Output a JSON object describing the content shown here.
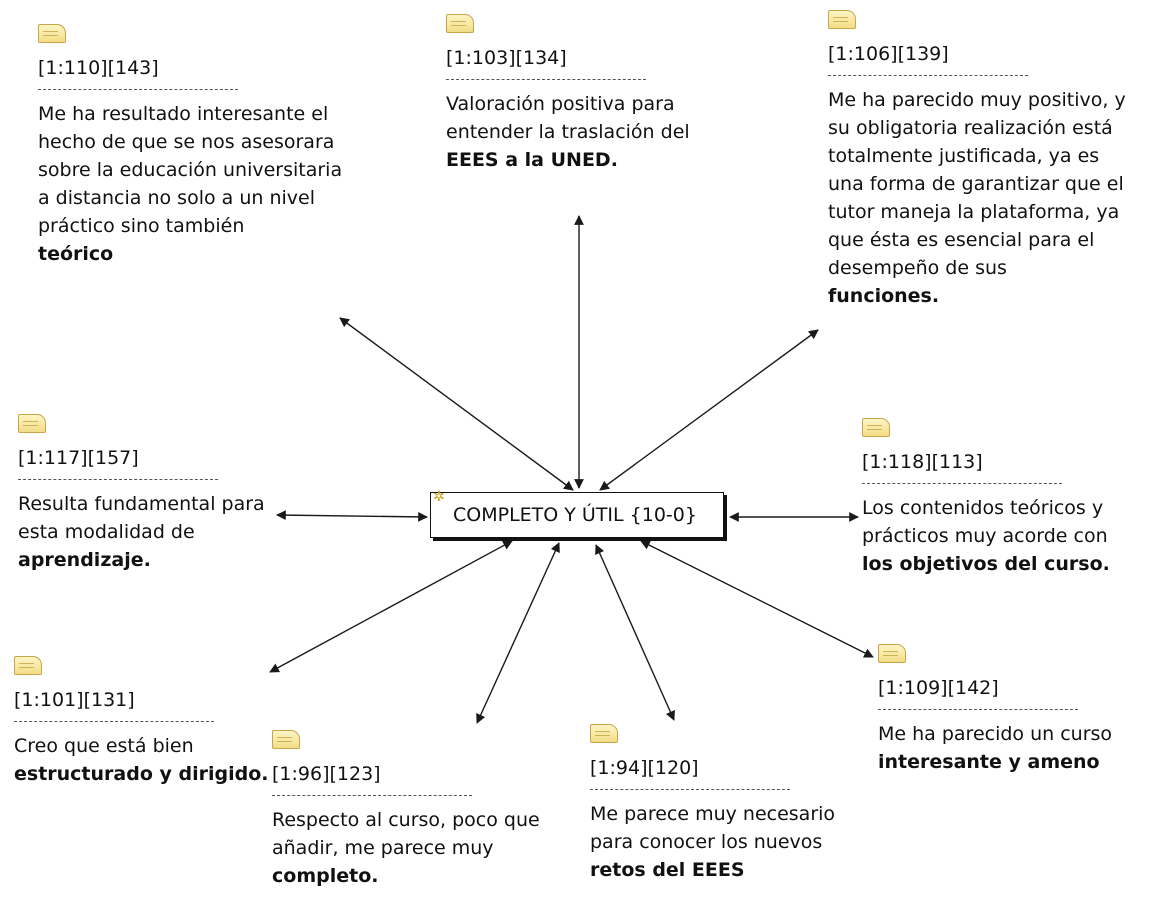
{
  "center": {
    "label": "COMPLETO Y ÚTIL {10-0}",
    "icon": "code-star-icon",
    "icon_color": "#c9a414"
  },
  "quotes": [
    {
      "id": "q1",
      "ref": "[1:110][143]",
      "text": "Me ha resultado interesante el hecho de que se nos asesorara sobre la educación universitaria a distancia no solo a un nivel práctico sino también",
      "bold": "teórico"
    },
    {
      "id": "q2",
      "ref": "[1:103][134]",
      "text": "Valoración positiva para entender la traslación del",
      "bold": "EEES a la UNED."
    },
    {
      "id": "q3",
      "ref": "[1:106][139]",
      "text": "Me ha parecido muy positivo, y su obligatoria realización está totalmente justificada, ya es una forma de garantizar que el tutor maneja la plataforma, ya que ésta es esencial para el desempeño de sus",
      "bold": "funciones."
    },
    {
      "id": "q4",
      "ref": "[1:117][157]",
      "text": "Resulta fundamental para esta modalidad de",
      "bold": "aprendizaje."
    },
    {
      "id": "q5",
      "ref": "[1:118][113]",
      "text": "Los contenidos teóricos y prácticos muy acorde con",
      "bold": "los objetivos del curso."
    },
    {
      "id": "q6",
      "ref": "[1:101][131]",
      "text": "Creo que está bien",
      "bold": "estructurado y dirigido."
    },
    {
      "id": "q7",
      "ref": "[1:96][123]",
      "text": "Respecto al curso, poco que añadir, me parece muy",
      "bold": "completo."
    },
    {
      "id": "q8",
      "ref": "[1:94][120]",
      "text": "Me parece muy necesario para conocer los nuevos",
      "bold": "retos del EEES"
    },
    {
      "id": "q9",
      "ref": "[1:109][142]",
      "text": "Me ha parecido un curso",
      "bold": "interesante y ameno"
    }
  ],
  "colors": {
    "line": "#1a1a1a",
    "quote_icon_fill": "#f2dc86",
    "quote_icon_border": "#c8a54a"
  }
}
